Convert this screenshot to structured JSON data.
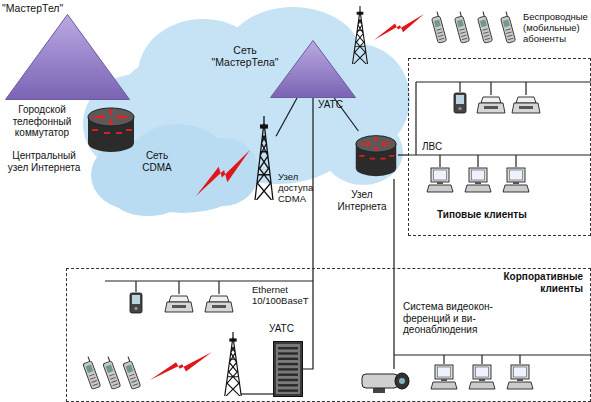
{
  "diagram": {
    "nodes": [
      {
        "text": [
          "Сеть \"МастерТела\""
        ]
      },
      {
        "text": [
          "\"МастерТел\"",
          "Городской телефонный коммутатор"
        ]
      },
      {
        "text": [
          "Центральный узел Интернета"
        ]
      },
      {
        "text": [
          "Сеть CDMA"
        ]
      },
      {
        "text": [
          "Узел доступа CDMA"
        ]
      },
      {
        "text": [
          "УАТС"
        ]
      },
      {
        "text": [
          "Беспроводные (мобильные) абоненты"
        ]
      },
      {
        "text": [
          "Узел Интернета"
        ]
      },
      {
        "text": [
          "Типовые клиенты"
        ]
      },
      {
        "text": [
          "Корпоративные клиенты"
        ]
      },
      {
        "text": [
          "УАТС"
        ],
        "in": 9
      },
      {
        "text": [
          "Система видеокон- ференций и ви- деонаблюдения"
        ],
        "in": 9
      }
    ],
    "edges": [
      {
        "from": 5,
        "to": 7,
        "arrow": "none"
      },
      {
        "from": 5,
        "to": 4,
        "arrow": "none"
      },
      {
        "from": 5,
        "to": 10,
        "arrow": "none"
      },
      {
        "from": 7,
        "to": 8,
        "arrow": "none"
      },
      {
        "from": 7,
        "to": 11,
        "arrow": "none"
      }
    ],
    "labels": [
      "ЛВС",
      "Ethernet 10/100BaseT"
    ]
  }
}
